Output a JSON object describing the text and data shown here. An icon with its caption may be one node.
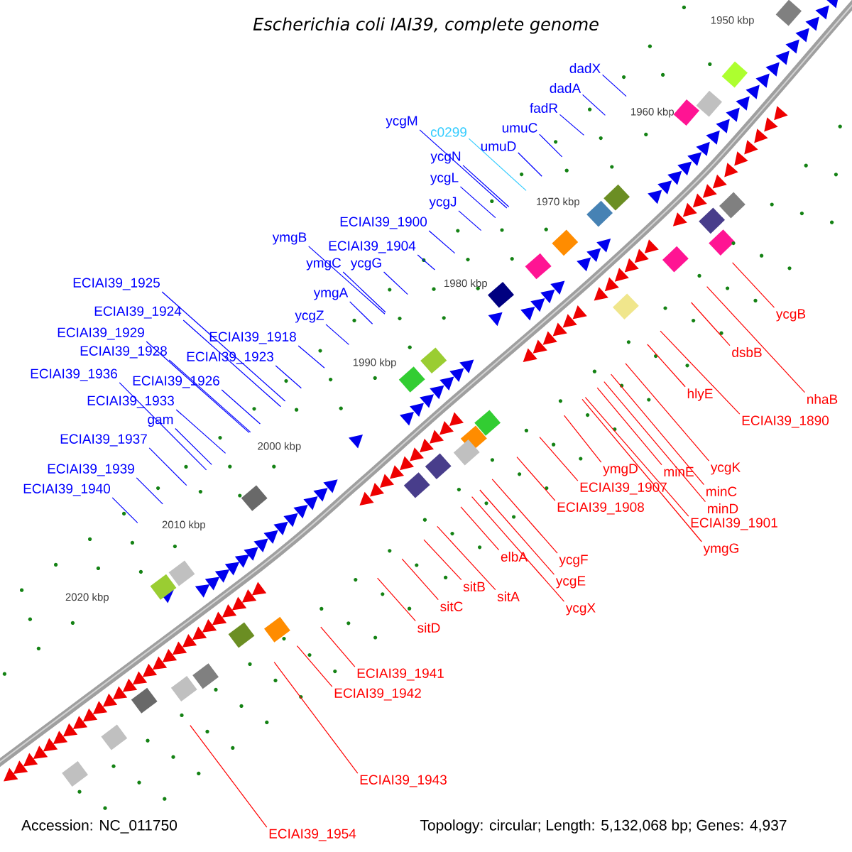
{
  "diagram": {
    "title": "Escherichia coli IAI39, complete genome",
    "nodes": [
      {
        "text": [
          "dadX"
        ]
      },
      {
        "text": [
          "dadA"
        ]
      },
      {
        "text": [
          "fadR"
        ]
      },
      {
        "text": [
          "umuC"
        ]
      },
      {
        "text": [
          "umuD"
        ]
      },
      {
        "text": [
          "ycgM"
        ]
      },
      {
        "text": [
          "c0299"
        ]
      },
      {
        "text": [
          "ycgN"
        ]
      },
      {
        "text": [
          "ycgL"
        ]
      },
      {
        "text": [
          "ycgJ"
        ]
      },
      {
        "text": [
          "ECIAI39_1900"
        ]
      },
      {
        "text": [
          "ymgB"
        ]
      },
      {
        "text": [
          "ECIAI39_1904"
        ]
      },
      {
        "text": [
          "ymgC"
        ]
      },
      {
        "text": [
          "ycgG"
        ]
      },
      {
        "text": [
          "ymgA"
        ]
      },
      {
        "text": [
          "ycgZ"
        ]
      },
      {
        "text": [
          "ECIAI39_1925"
        ]
      },
      {
        "text": [
          "ECIAI39_1924"
        ]
      },
      {
        "text": [
          "ECIAI39_1918"
        ]
      },
      {
        "text": [
          "ECIAI39_1929"
        ]
      },
      {
        "text": [
          "ECIAI39_1928"
        ]
      },
      {
        "text": [
          "ECIAI39_1923"
        ]
      },
      {
        "text": [
          "ECIAI39_1936"
        ]
      },
      {
        "text": [
          "ECIAI39_1926"
        ]
      },
      {
        "text": [
          "ECIAI39_1933"
        ]
      },
      {
        "text": [
          "gam"
        ]
      },
      {
        "text": [
          "ECIAI39_1937"
        ]
      },
      {
        "text": [
          "ECIAI39_1939"
        ]
      },
      {
        "text": [
          "ECIAI39_1940"
        ]
      },
      {
        "text": [
          "ycgB"
        ]
      },
      {
        "text": [
          "dsbB"
        ]
      },
      {
        "text": [
          "hlyE"
        ]
      },
      {
        "text": [
          "nhaB"
        ]
      },
      {
        "text": [
          "ECIAI39_1890"
        ]
      },
      {
        "text": [
          "ycgK"
        ]
      },
      {
        "text": [
          "ymgD"
        ]
      },
      {
        "text": [
          "minE"
        ]
      },
      {
        "text": [
          "ECIAI39_1907"
        ]
      },
      {
        "text": [
          "minC"
        ]
      },
      {
        "text": [
          "ECIAI39_1908"
        ]
      },
      {
        "text": [
          "minD"
        ]
      },
      {
        "text": [
          "ECIAI39_1901"
        ]
      },
      {
        "text": [
          "ymgG"
        ]
      },
      {
        "text": [
          "elbA"
        ]
      },
      {
        "text": [
          "ycgF"
        ]
      },
      {
        "text": [
          "ycgE"
        ]
      },
      {
        "text": [
          "sitB"
        ]
      },
      {
        "text": [
          "sitA"
        ]
      },
      {
        "text": [
          "sitC"
        ]
      },
      {
        "text": [
          "ycgX"
        ]
      },
      {
        "text": [
          "sitD"
        ]
      },
      {
        "text": [
          "ECIAI39_1941"
        ]
      },
      {
        "text": [
          "ECIAI39_1942"
        ]
      },
      {
        "text": [
          "ECIAI39_1943"
        ]
      },
      {
        "text": [
          "ECIAI39_1954"
        ]
      }
    ],
    "edges": [
      {
        "from": 0,
        "to": null,
        "arrow": "none"
      },
      {
        "from": 1,
        "to": null,
        "arrow": "none"
      },
      {
        "from": 2,
        "to": null,
        "arrow": "none"
      },
      {
        "from": 3,
        "to": null,
        "arrow": "none"
      },
      {
        "from": 4,
        "to": null,
        "arrow": "none"
      },
      {
        "from": 5,
        "to": null,
        "arrow": "none"
      },
      {
        "from": 6,
        "to": null,
        "arrow": "none",
        "color": "#33ccff"
      },
      {
        "from": 7,
        "to": null,
        "arrow": "none"
      },
      {
        "from": 8,
        "to": null,
        "arrow": "none"
      },
      {
        "from": 9,
        "to": null,
        "arrow": "none"
      },
      {
        "from": 10,
        "to": null,
        "arrow": "none"
      },
      {
        "from": 11,
        "to": null,
        "arrow": "none"
      },
      {
        "from": 12,
        "to": null,
        "arrow": "none"
      },
      {
        "from": 13,
        "to": null,
        "arrow": "none"
      },
      {
        "from": 14,
        "to": null,
        "arrow": "none"
      },
      {
        "from": 15,
        "to": null,
        "arrow": "none"
      },
      {
        "from": 16,
        "to": null,
        "arrow": "none"
      },
      {
        "from": 17,
        "to": null,
        "arrow": "none"
      },
      {
        "from": 18,
        "to": null,
        "arrow": "none"
      },
      {
        "from": 19,
        "to": null,
        "arrow": "none"
      },
      {
        "from": 20,
        "to": null,
        "arrow": "none"
      },
      {
        "from": 21,
        "to": null,
        "arrow": "none"
      },
      {
        "from": 22,
        "to": null,
        "arrow": "none"
      },
      {
        "from": 23,
        "to": null,
        "arrow": "none"
      },
      {
        "from": 24,
        "to": null,
        "arrow": "none"
      },
      {
        "from": 25,
        "to": null,
        "arrow": "none"
      },
      {
        "from": 26,
        "to": null,
        "arrow": "none"
      },
      {
        "from": 27,
        "to": null,
        "arrow": "none"
      },
      {
        "from": 28,
        "to": null,
        "arrow": "none"
      },
      {
        "from": 29,
        "to": null,
        "arrow": "none"
      },
      {
        "from": 30,
        "to": null,
        "arrow": "none",
        "color": "#ff0000"
      },
      {
        "from": 31,
        "to": null,
        "arrow": "none",
        "color": "#ff0000"
      },
      {
        "from": 32,
        "to": null,
        "arrow": "none",
        "color": "#ff0000"
      },
      {
        "from": 33,
        "to": null,
        "arrow": "none",
        "color": "#ff0000"
      },
      {
        "from": 34,
        "to": null,
        "arrow": "none",
        "color": "#ff0000"
      },
      {
        "from": 35,
        "to": null,
        "arrow": "none",
        "color": "#ff0000"
      },
      {
        "from": 36,
        "to": null,
        "arrow": "none",
        "color": "#ff0000"
      },
      {
        "from": 37,
        "to": null,
        "arrow": "none",
        "color": "#ff0000"
      },
      {
        "from": 38,
        "to": null,
        "arrow": "none",
        "color": "#ff0000"
      },
      {
        "from": 39,
        "to": null,
        "arrow": "none",
        "color": "#ff0000"
      },
      {
        "from": 40,
        "to": null,
        "arrow": "none",
        "color": "#ff0000"
      },
      {
        "from": 41,
        "to": null,
        "arrow": "none",
        "color": "#ff0000"
      },
      {
        "from": 42,
        "to": null,
        "arrow": "none",
        "color": "#ff0000"
      },
      {
        "from": 43,
        "to": null,
        "arrow": "none",
        "color": "#ff0000"
      },
      {
        "from": 44,
        "to": null,
        "arrow": "none",
        "color": "#ff0000"
      },
      {
        "from": 45,
        "to": null,
        "arrow": "none",
        "color": "#ff0000"
      },
      {
        "from": 46,
        "to": null,
        "arrow": "none",
        "color": "#ff0000"
      },
      {
        "from": 47,
        "to": null,
        "arrow": "none",
        "color": "#ff0000"
      },
      {
        "from": 48,
        "to": null,
        "arrow": "none",
        "color": "#ff0000"
      },
      {
        "from": 49,
        "to": null,
        "arrow": "none",
        "color": "#ff0000"
      },
      {
        "from": 50,
        "to": null,
        "arrow": "none",
        "color": "#ff0000"
      },
      {
        "from": 51,
        "to": null,
        "arrow": "none",
        "color": "#ff0000"
      },
      {
        "from": 52,
        "to": null,
        "arrow": "none",
        "color": "#ff0000"
      },
      {
        "from": 53,
        "to": null,
        "arrow": "none",
        "color": "#ff0000"
      },
      {
        "from": 54,
        "to": null,
        "arrow": "none",
        "color": "#ff0000"
      },
      {
        "from": 55,
        "to": null,
        "arrow": "none",
        "color": "#ff0000"
      }
    ],
    "labels": [
      "1950 kbp",
      "1960 kbp",
      "1970 kbp",
      "1980 kbp",
      "1990 kbp",
      "2000 kbp",
      "2010 kbp",
      "2020 kbp",
      "Accession: NC_011750",
      "Topology: circular; Length: 5,132,068 bp; Genes: 4,937"
    ]
  }
}
